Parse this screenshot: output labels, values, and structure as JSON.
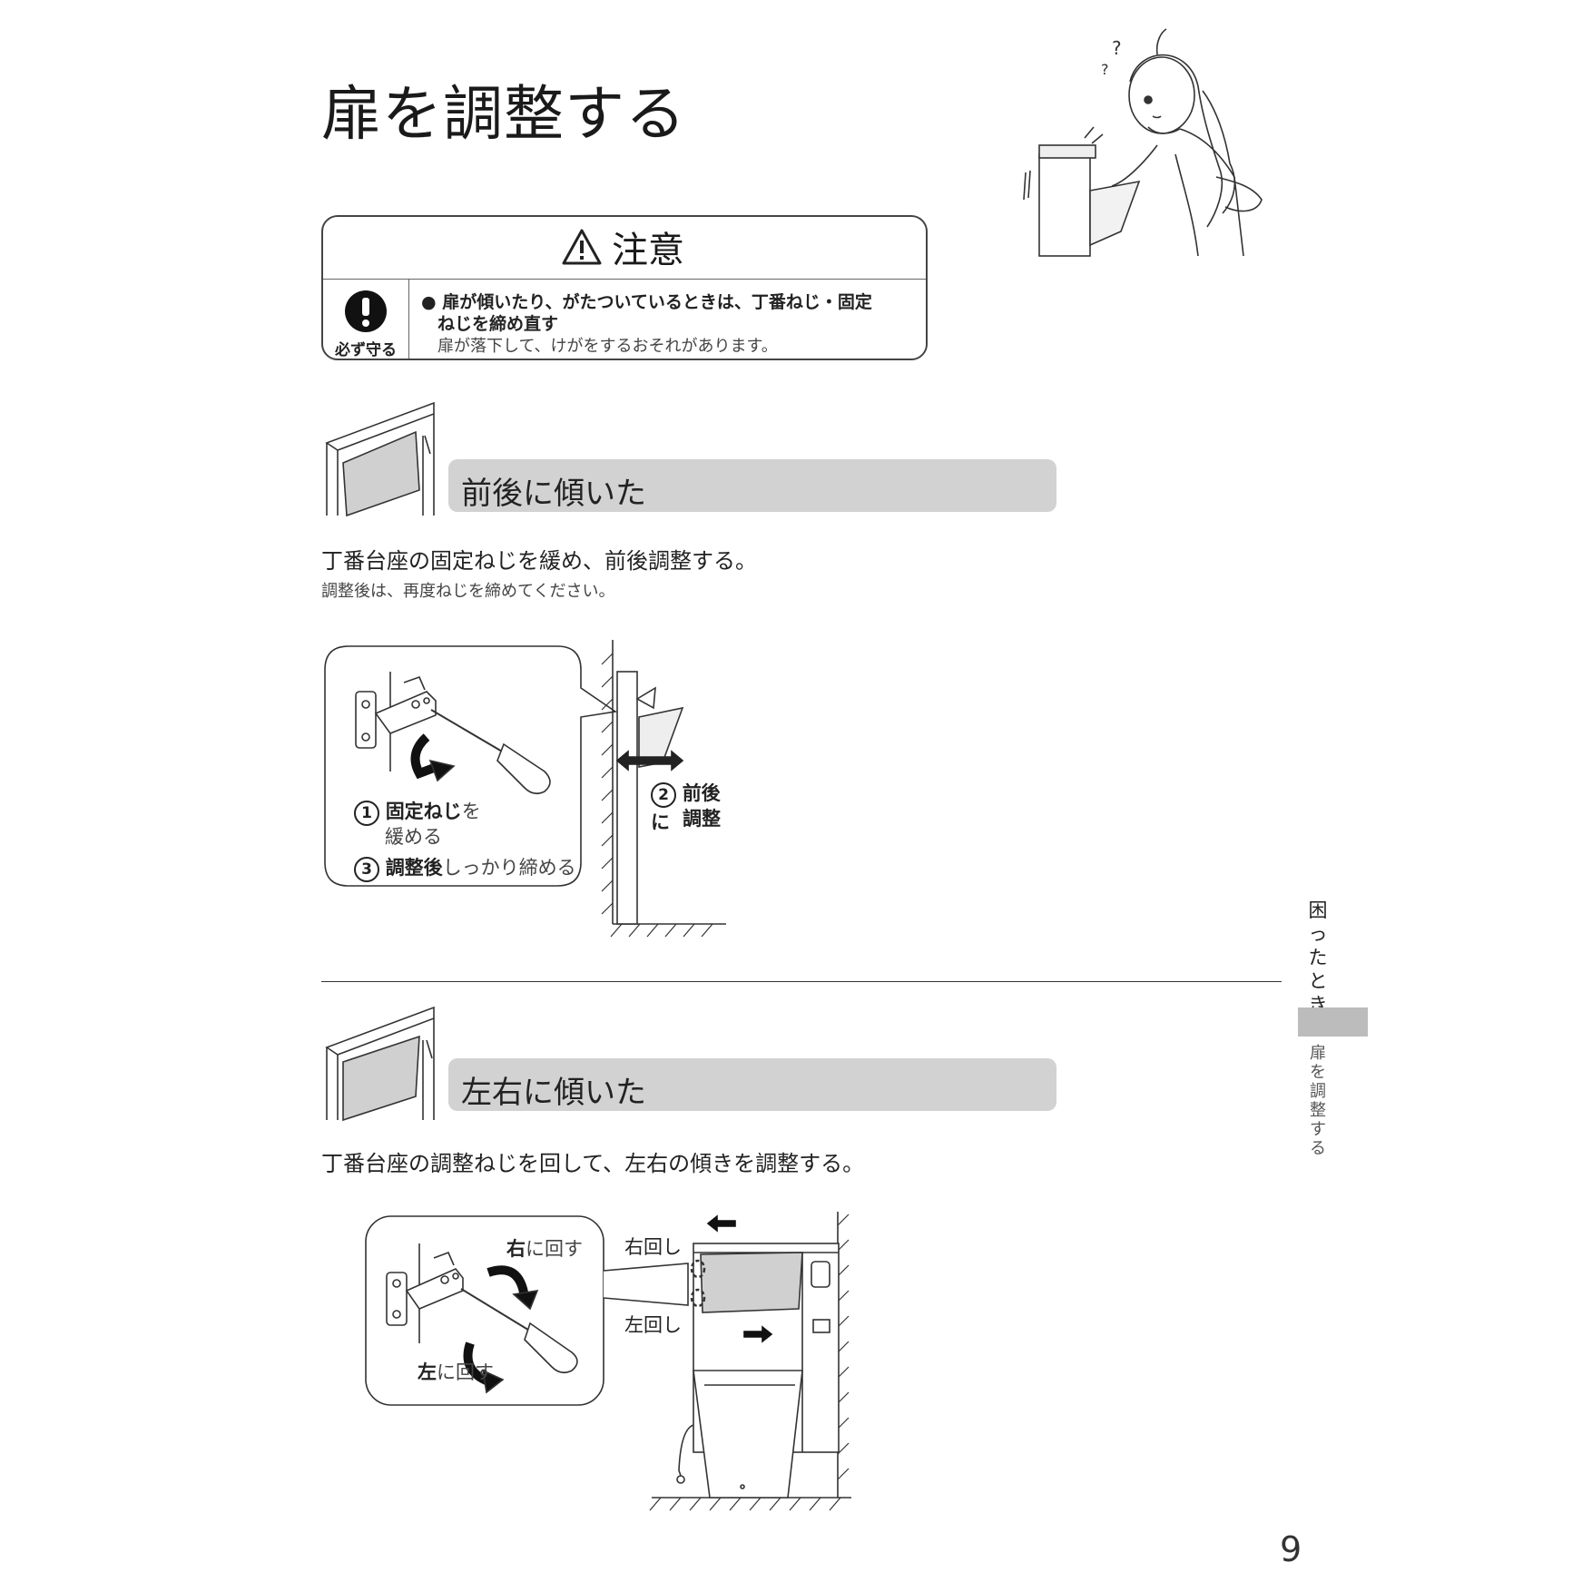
{
  "title": "扉を調整する",
  "caution": {
    "heading": "注意",
    "must_label": "必ず守る",
    "bullet_line1": "扉が傾いたり、がたついているときは、丁番ねじ・固定",
    "bullet_line2": "ねじを締め直す",
    "note": "扉が落下して、けがをするおそれがあります。"
  },
  "section1": {
    "heading": "前後に傾いた",
    "instruction": "丁番台座の固定ねじを緩め、前後調整する。",
    "note": "調整後は、再度ねじを締めてください。",
    "step1_num": "1",
    "step1_bold": "固定ねじ",
    "step1_rest": "を",
    "step1_line2": "緩める",
    "step3_num": "3",
    "step3_bold": "調整後",
    "step3_rest": "しっかり締める",
    "step2_num": "2",
    "step2_line1": "前後に",
    "step2_line2": "調整"
  },
  "section2": {
    "heading": "左右に傾いた",
    "instruction": "丁番台座の調整ねじを回して、左右の傾きを調整する。",
    "right_bold": "右",
    "right_rest": "に回す",
    "left_bold": "左",
    "left_rest": "に回す",
    "right_turn": "右回し",
    "left_turn": "左回し"
  },
  "sidetab": {
    "chapter": "困ったとき",
    "topic": "扉を調整する"
  },
  "page_number": "9"
}
